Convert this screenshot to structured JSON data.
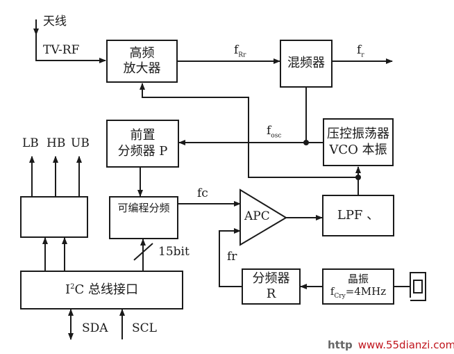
{
  "labels": {
    "antenna": "天线",
    "tv_rf": "TV-RF",
    "f_rf_main": "f",
    "f_rf_sub": "Rr",
    "f_out_main": "f",
    "f_out_sub": "r",
    "f_osc_main": "f",
    "f_osc_sub": "osc",
    "lb": "LB",
    "hb": "HB",
    "ub": "UB",
    "fc": "fc",
    "fr": "fr",
    "bits": "15bit",
    "sda": "SDA",
    "scl": "SCL"
  },
  "blocks": {
    "rf_amp": [
      "高频",
      "放大器"
    ],
    "mixer": "混频器",
    "vco": [
      "压控振荡器",
      "VCO 本振"
    ],
    "prescaler": [
      "前置",
      "分频器 P"
    ],
    "band_switch": "",
    "prog_divider": "可编程分频",
    "apc": "APC",
    "lpf": "LPF 、",
    "ref_divider": [
      "分频器",
      "R"
    ],
    "crystal": {
      "line1": "晶振",
      "f_main": "f",
      "f_sub": "Cry",
      "f_value": "=4MHz"
    },
    "i2c": {
      "pre": "I",
      "sup": "2",
      "post": "C 总线接口"
    }
  },
  "watermark": {
    "prefix": "http",
    "url": "www.55dianzi.com"
  }
}
